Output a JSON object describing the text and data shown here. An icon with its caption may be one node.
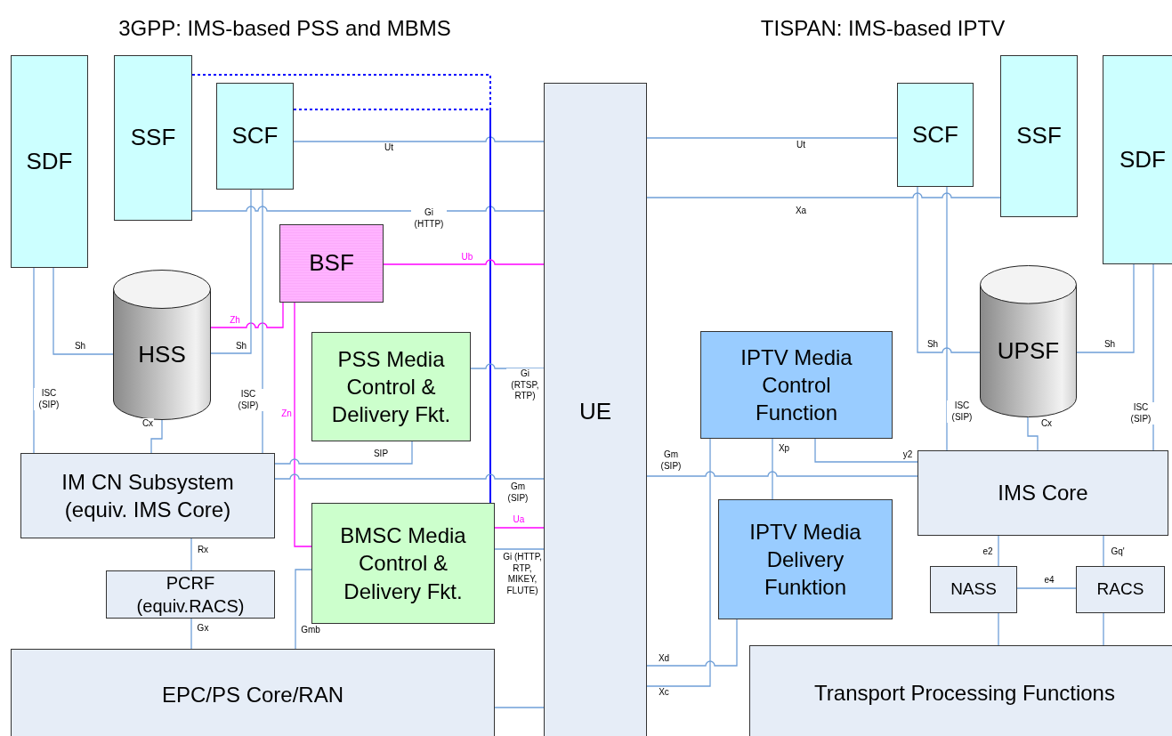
{
  "diagram": {
    "nodes": [
      {
        "text": [
          "SDF"
        ]
      },
      {
        "text": [
          "SSF"
        ]
      },
      {
        "text": [
          "SCF"
        ]
      },
      {
        "text": [
          "BSF"
        ]
      },
      {
        "text": [
          "HSS"
        ]
      },
      {
        "text": [
          "PSS Media Control & Delivery Fkt."
        ]
      },
      {
        "text": [
          "UE"
        ]
      },
      {
        "text": [
          "IM CN Subsystem (equiv. IMS Core)"
        ]
      },
      {
        "text": [
          "BMSC Media Control & Delivery Fkt."
        ]
      },
      {
        "text": [
          "PCRF (equiv.RACS)"
        ]
      },
      {
        "text": [
          "EPC/PS Core/RAN"
        ]
      },
      {
        "text": [
          "SCF"
        ]
      },
      {
        "text": [
          "SSF"
        ]
      },
      {
        "text": [
          "SDF"
        ]
      },
      {
        "text": [
          "UPSF"
        ]
      },
      {
        "text": [
          "IPTV Media Control Function"
        ]
      },
      {
        "text": [
          "IPTV Media Delivery Funktion"
        ]
      },
      {
        "text": [
          "IMS Core"
        ]
      },
      {
        "text": [
          "NASS"
        ]
      },
      {
        "text": [
          "RACS"
        ]
      },
      {
        "text": [
          "Transport Processing Functions"
        ]
      }
    ],
    "edges": [
      {
        "from": 2,
        "to": 6,
        "arrow": "none",
        "label": "Ut"
      },
      {
        "from": 1,
        "to": 6,
        "arrow": "none",
        "label": "Gi (HTTP)"
      },
      {
        "from": 1,
        "to": 8,
        "arrow": "none",
        "style": "dashed",
        "color": "#0000ff"
      },
      {
        "from": 2,
        "to": 8,
        "arrow": "none",
        "style": "dashed",
        "color": "#0000ff"
      },
      {
        "from": 3,
        "to": 6,
        "arrow": "none",
        "label": "Ub",
        "color": "#ff00ff"
      },
      {
        "from": 4,
        "to": 3,
        "arrow": "none",
        "label": "Zh",
        "color": "#ff00ff"
      },
      {
        "from": 3,
        "to": 8,
        "arrow": "none",
        "label": "Zn",
        "color": "#ff00ff"
      },
      {
        "from": 0,
        "to": 7,
        "arrow": "none",
        "label": "ISC (SIP)"
      },
      {
        "from": 0,
        "to": 4,
        "arrow": "none",
        "label": "Sh"
      },
      {
        "from": 2,
        "to": 4,
        "arrow": "none",
        "label": "Sh"
      },
      {
        "from": 2,
        "to": 7,
        "arrow": "none",
        "label": "ISC (SIP)"
      },
      {
        "from": 4,
        "to": 7,
        "arrow": "none",
        "label": "Cx"
      },
      {
        "from": 5,
        "to": 7,
        "arrow": "none",
        "label": "SIP"
      },
      {
        "from": 7,
        "to": 6,
        "arrow": "none",
        "label": "Gm (SIP)"
      },
      {
        "from": 5,
        "to": 6,
        "arrow": "none",
        "label": "Gi (RTSP, RTP)"
      },
      {
        "from": 8,
        "to": 6,
        "arrow": "none",
        "label": "Ua",
        "color": "#ff00ff"
      },
      {
        "from": 8,
        "to": 6,
        "arrow": "none",
        "label": "Gi (HTTP, RTP, MIKEY, FLUTE)"
      },
      {
        "from": 7,
        "to": 9,
        "arrow": "none",
        "label": "Rx"
      },
      {
        "from": 9,
        "to": 10,
        "arrow": "none",
        "label": "Gx"
      },
      {
        "from": 8,
        "to": 10,
        "arrow": "none",
        "label": "Gmb"
      },
      {
        "from": 10,
        "to": 6,
        "arrow": "none"
      },
      {
        "from": 6,
        "to": 11,
        "arrow": "none",
        "label": "Ut"
      },
      {
        "from": 6,
        "to": 12,
        "arrow": "none",
        "label": "Xa"
      },
      {
        "from": 11,
        "to": 14,
        "arrow": "none",
        "label": "Sh"
      },
      {
        "from": 11,
        "to": 17,
        "arrow": "none",
        "label": "ISC (SIP)"
      },
      {
        "from": 13,
        "to": 14,
        "arrow": "none",
        "label": "Sh"
      },
      {
        "from": 13,
        "to": 17,
        "arrow": "none",
        "label": "ISC (SIP)"
      },
      {
        "from": 14,
        "to": 17,
        "arrow": "none",
        "label": "Cx"
      },
      {
        "from": 15,
        "to": 17,
        "arrow": "none",
        "label": "y2"
      },
      {
        "from": 6,
        "to": 17,
        "arrow": "none",
        "label": "Gm (SIP)"
      },
      {
        "from": 15,
        "to": 16,
        "arrow": "none",
        "label": "Xp"
      },
      {
        "from": 15,
        "to": 6,
        "arrow": "none",
        "label": "Xc"
      },
      {
        "from": 16,
        "to": 6,
        "arrow": "none",
        "label": "Xd"
      },
      {
        "from": 17,
        "to": 18,
        "arrow": "none",
        "label": "e2"
      },
      {
        "from": 17,
        "to": 19,
        "arrow": "none",
        "label": "Gq'"
      },
      {
        "from": 18,
        "to": 19,
        "arrow": "none",
        "label": "e4"
      },
      {
        "from": 18,
        "to": 20,
        "arrow": "none"
      },
      {
        "from": 19,
        "to": 20,
        "arrow": "none"
      }
    ],
    "labels": [
      "3GPP: IMS-based PSS and MBMS",
      "TISPAN: IMS-based IPTV"
    ]
  }
}
